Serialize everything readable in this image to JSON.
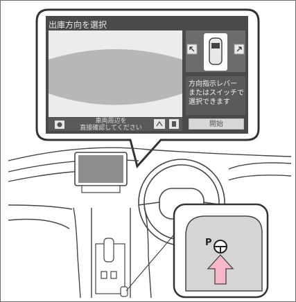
{
  "screen": {
    "title": "出庫方向を選択",
    "notice_line1": "車両周辺を",
    "notice_line2": "直接確認してください",
    "guide_line1": "方向指示レバー",
    "guide_line2": "またはスイッチで",
    "guide_line3": "選択できます",
    "start_button": "開始"
  },
  "switch": {
    "p_label": "P"
  },
  "icons": {
    "settings": "gear-icon",
    "park_assist": "park-assist-icon",
    "camera_view": "camera-view-icon",
    "arrow_left": "diagonal-left-arrow-icon",
    "arrow_right": "diagonal-right-arrow-icon",
    "press": "press-arrow-icon",
    "steering": "steering-wheel-icon"
  },
  "colors": {
    "screen_bg": "#4a4a4a",
    "guide_box": "#5a5a5a",
    "arrow": "#f6b8c6"
  }
}
